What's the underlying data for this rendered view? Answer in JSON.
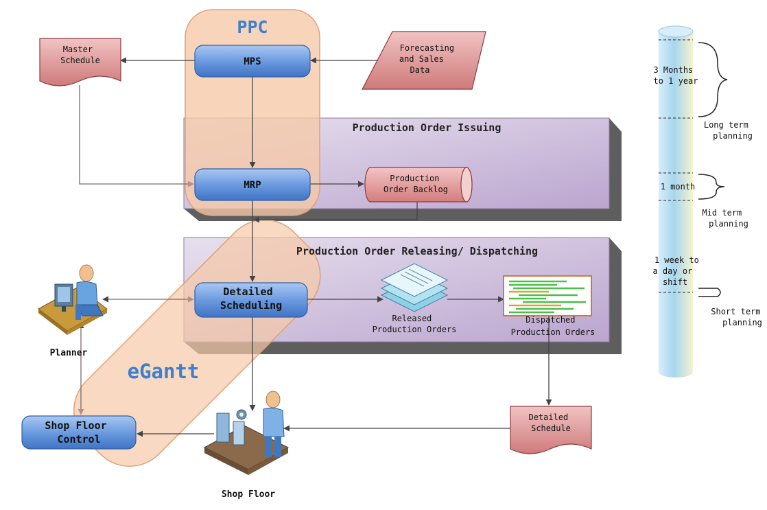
{
  "zones": {
    "ppc": "PPC",
    "egantt": "eGantt",
    "issuing": "Production Order Issuing",
    "releasing": "Production Order Releasing/ Dispatching"
  },
  "nodes": {
    "mps": "MPS",
    "mrp": "MRP",
    "detailed_scheduling": [
      "Detailed",
      "Scheduling"
    ],
    "shop_floor_control": [
      "Shop Floor",
      "Control"
    ],
    "master_schedule": [
      "Master",
      "Schedule"
    ],
    "forecasting": [
      "Forecasting",
      "and Sales",
      "Data"
    ],
    "backlog": [
      "Production",
      "Order Backlog"
    ],
    "detailed_schedule": [
      "Detailed",
      "Schedule"
    ],
    "released": [
      "Released",
      "Production Orders"
    ],
    "dispatched": [
      "Dispatched",
      "Production Orders"
    ],
    "planner": "Planner",
    "shop_floor": "Shop Floor"
  },
  "timeline": {
    "long_range": [
      "3 Months",
      "to 1 year"
    ],
    "long_label": [
      "Long term",
      "planning"
    ],
    "mid_range": [
      "1 month"
    ],
    "mid_label": [
      "Mid term",
      "planning"
    ],
    "short_range": [
      "1 week to",
      "a day or",
      "shift"
    ],
    "short_label": [
      "Short term",
      "planning"
    ]
  },
  "colors": {
    "blue_box": "#5b8fd6",
    "doc_fill": "#d98a8a",
    "purple_panel": "#c9b6d8",
    "ppc_fill": "#f6c9a6",
    "zone_text": "#3e7fd0"
  }
}
